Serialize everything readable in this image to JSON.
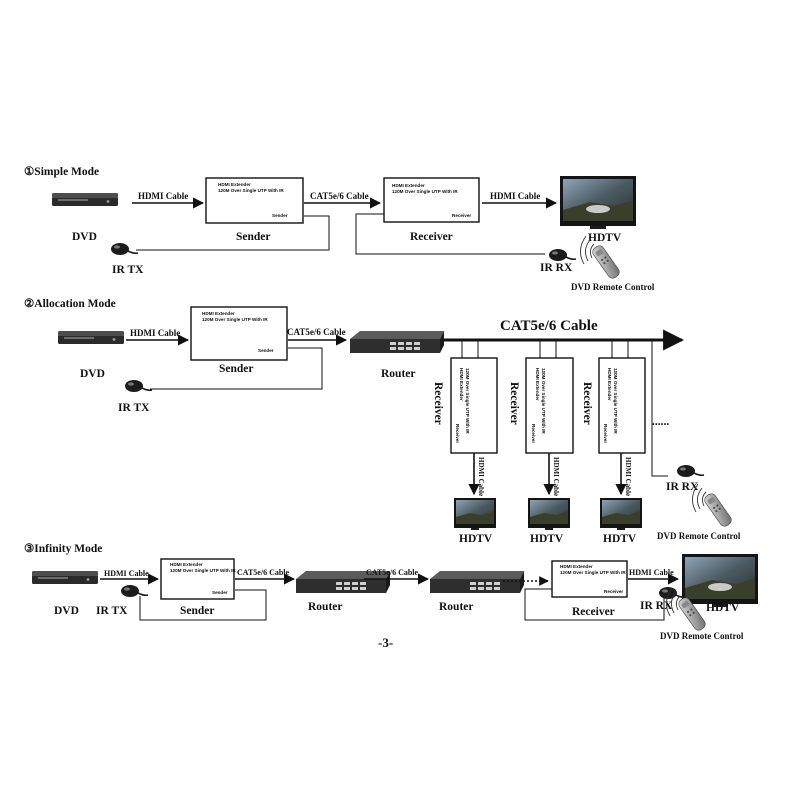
{
  "diagram": {
    "modes": {
      "simple": "①Simple Mode",
      "allocation": "②Allocation Mode",
      "infinity": "③Infinity Mode"
    },
    "labels": {
      "dvd": "DVD",
      "ir_tx": "IR TX",
      "ir_rx": "IR RX",
      "sender": "Sender",
      "receiver": "Receiver",
      "router": "Router",
      "hdtv": "HDTV",
      "hdmi_cable": "HDMI Cable",
      "cat_cable": "CAT5e/6 Cable",
      "cat_backbone": "CAT5e/6 Cable",
      "remote": "DVD Remote Control",
      "ellipsis": "......"
    },
    "device_text": {
      "line1": "HDMI Extender",
      "line2": "120M Over Single UTP With IR",
      "sender_tag": "Sender",
      "receiver_tag": "Receiver"
    },
    "page_number": "-3-"
  }
}
